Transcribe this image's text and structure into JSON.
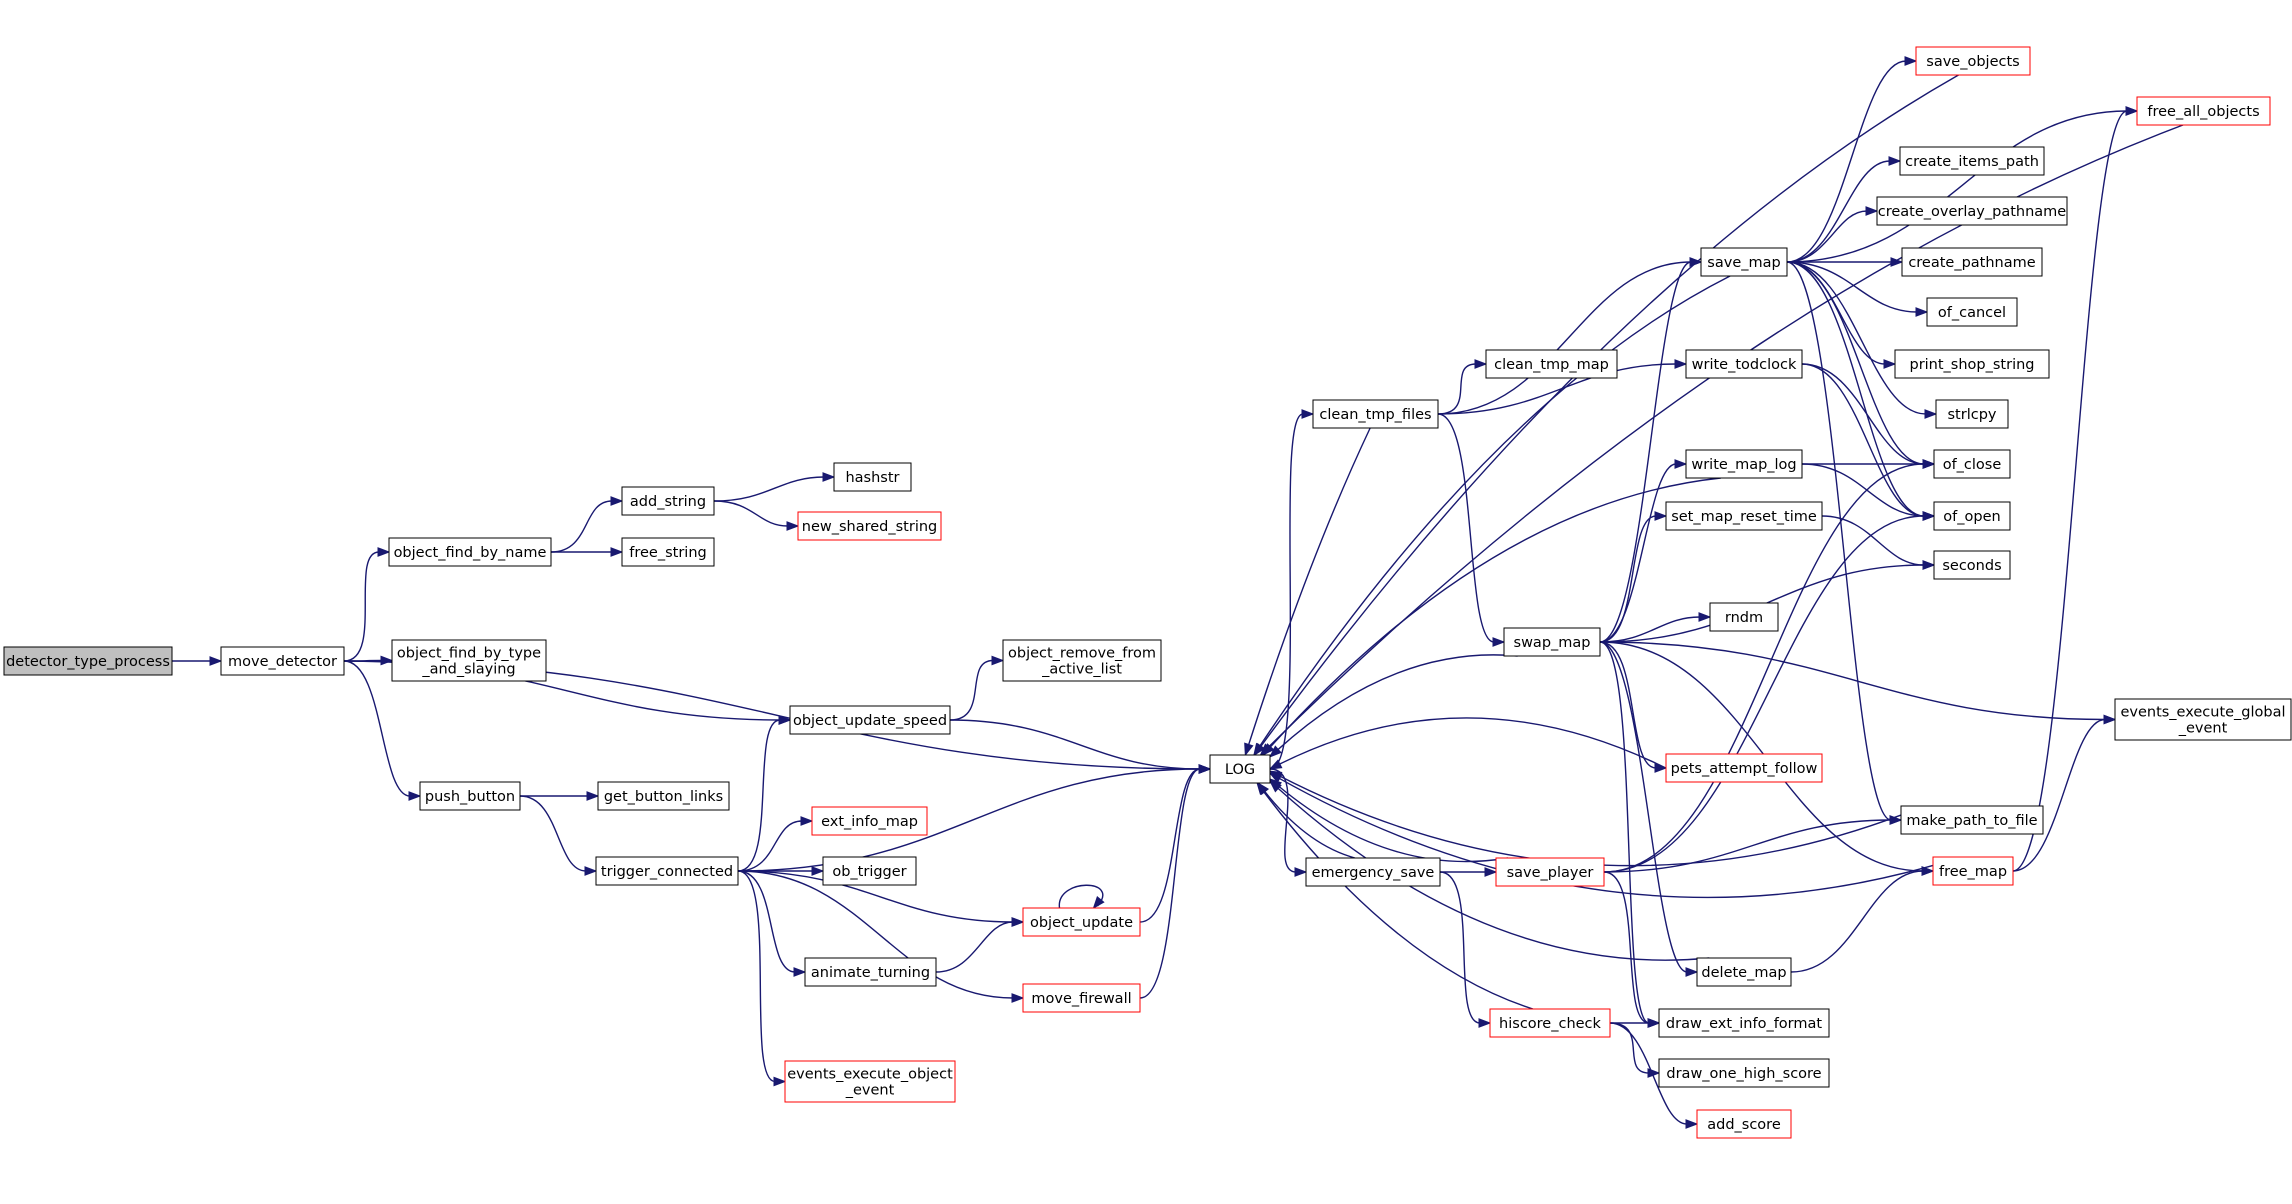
{
  "nodes": [
    {
      "id": "detector_type_process",
      "lines": [
        "detector_type_process"
      ],
      "root": true
    },
    {
      "id": "move_detector",
      "lines": [
        "move_detector"
      ]
    },
    {
      "id": "object_find_by_name",
      "lines": [
        "object_find_by_name"
      ]
    },
    {
      "id": "add_string",
      "lines": [
        "add_string"
      ]
    },
    {
      "id": "hashstr",
      "lines": [
        "hashstr"
      ]
    },
    {
      "id": "new_shared_string",
      "lines": [
        "new_shared_string"
      ],
      "red": true
    },
    {
      "id": "free_string",
      "lines": [
        "free_string"
      ]
    },
    {
      "id": "object_find_by_type_and_slaying",
      "lines": [
        "object_find_by_type",
        "_and_slaying"
      ]
    },
    {
      "id": "object_update_speed",
      "lines": [
        "object_update_speed"
      ]
    },
    {
      "id": "object_remove_from_active_list",
      "lines": [
        "object_remove_from",
        "_active_list"
      ]
    },
    {
      "id": "push_button",
      "lines": [
        "push_button"
      ]
    },
    {
      "id": "get_button_links",
      "lines": [
        "get_button_links"
      ]
    },
    {
      "id": "trigger_connected",
      "lines": [
        "trigger_connected"
      ]
    },
    {
      "id": "ext_info_map",
      "lines": [
        "ext_info_map"
      ],
      "red": true
    },
    {
      "id": "ob_trigger",
      "lines": [
        "ob_trigger"
      ]
    },
    {
      "id": "object_update",
      "lines": [
        "object_update"
      ],
      "red": true
    },
    {
      "id": "animate_turning",
      "lines": [
        "animate_turning"
      ]
    },
    {
      "id": "move_firewall",
      "lines": [
        "move_firewall"
      ],
      "red": true
    },
    {
      "id": "events_execute_object_event",
      "lines": [
        "events_execute_object",
        "_event"
      ],
      "red": true
    },
    {
      "id": "LOG",
      "lines": [
        "LOG"
      ]
    },
    {
      "id": "clean_tmp_files",
      "lines": [
        "clean_tmp_files"
      ]
    },
    {
      "id": "clean_tmp_map",
      "lines": [
        "clean_tmp_map"
      ]
    },
    {
      "id": "write_todclock",
      "lines": [
        "write_todclock"
      ]
    },
    {
      "id": "save_map",
      "lines": [
        "save_map"
      ]
    },
    {
      "id": "save_objects",
      "lines": [
        "save_objects"
      ],
      "red": true
    },
    {
      "id": "free_all_objects",
      "lines": [
        "free_all_objects"
      ],
      "red": true
    },
    {
      "id": "create_items_path",
      "lines": [
        "create_items_path"
      ]
    },
    {
      "id": "create_overlay_pathname",
      "lines": [
        "create_overlay_pathname"
      ]
    },
    {
      "id": "create_pathname",
      "lines": [
        "create_pathname"
      ]
    },
    {
      "id": "of_cancel",
      "lines": [
        "of_cancel"
      ]
    },
    {
      "id": "print_shop_string",
      "lines": [
        "print_shop_string"
      ]
    },
    {
      "id": "strlcpy",
      "lines": [
        "strlcpy"
      ]
    },
    {
      "id": "of_close",
      "lines": [
        "of_close"
      ]
    },
    {
      "id": "of_open",
      "lines": [
        "of_open"
      ]
    },
    {
      "id": "seconds",
      "lines": [
        "seconds"
      ]
    },
    {
      "id": "write_map_log",
      "lines": [
        "write_map_log"
      ]
    },
    {
      "id": "set_map_reset_time",
      "lines": [
        "set_map_reset_time"
      ]
    },
    {
      "id": "rndm",
      "lines": [
        "rndm"
      ]
    },
    {
      "id": "swap_map",
      "lines": [
        "swap_map"
      ]
    },
    {
      "id": "pets_attempt_follow",
      "lines": [
        "pets_attempt_follow"
      ],
      "red": true
    },
    {
      "id": "events_execute_global_event",
      "lines": [
        "events_execute_global",
        "_event"
      ]
    },
    {
      "id": "emergency_save",
      "lines": [
        "emergency_save"
      ]
    },
    {
      "id": "save_player",
      "lines": [
        "save_player"
      ],
      "red": true
    },
    {
      "id": "make_path_to_file",
      "lines": [
        "make_path_to_file"
      ]
    },
    {
      "id": "free_map",
      "lines": [
        "free_map"
      ],
      "red": true
    },
    {
      "id": "delete_map",
      "lines": [
        "delete_map"
      ]
    },
    {
      "id": "hiscore_check",
      "lines": [
        "hiscore_check"
      ],
      "red": true
    },
    {
      "id": "draw_ext_info_format",
      "lines": [
        "draw_ext_info_format"
      ]
    },
    {
      "id": "draw_one_high_score",
      "lines": [
        "draw_one_high_score"
      ]
    },
    {
      "id": "add_score",
      "lines": [
        "add_score"
      ],
      "red": true
    }
  ],
  "edges": [
    [
      "detector_type_process",
      "move_detector"
    ],
    [
      "move_detector",
      "object_find_by_name"
    ],
    [
      "move_detector",
      "LOG"
    ],
    [
      "move_detector",
      "object_find_by_type_and_slaying"
    ],
    [
      "move_detector",
      "object_update_speed"
    ],
    [
      "move_detector",
      "push_button"
    ],
    [
      "object_find_by_name",
      "add_string"
    ],
    [
      "object_find_by_name",
      "free_string"
    ],
    [
      "add_string",
      "hashstr"
    ],
    [
      "add_string",
      "new_shared_string"
    ],
    [
      "object_update_speed",
      "object_remove_from_active_list"
    ],
    [
      "object_update_speed",
      "LOG"
    ],
    [
      "push_button",
      "get_button_links"
    ],
    [
      "push_button",
      "trigger_connected"
    ],
    [
      "trigger_connected",
      "object_update_speed"
    ],
    [
      "trigger_connected",
      "LOG"
    ],
    [
      "trigger_connected",
      "ext_info_map"
    ],
    [
      "trigger_connected",
      "ob_trigger"
    ],
    [
      "trigger_connected",
      "object_update"
    ],
    [
      "trigger_connected",
      "animate_turning"
    ],
    [
      "trigger_connected",
      "move_firewall"
    ],
    [
      "trigger_connected",
      "events_execute_object_event"
    ],
    [
      "object_update",
      "object_update"
    ],
    [
      "object_update",
      "LOG"
    ],
    [
      "animate_turning",
      "object_update"
    ],
    [
      "move_firewall",
      "LOG"
    ],
    [
      "LOG",
      "clean_tmp_files"
    ],
    [
      "LOG",
      "emergency_save"
    ],
    [
      "clean_tmp_files",
      "clean_tmp_map"
    ],
    [
      "clean_tmp_files",
      "write_todclock"
    ],
    [
      "clean_tmp_files",
      "save_map"
    ],
    [
      "clean_tmp_files",
      "swap_map"
    ],
    [
      "clean_tmp_files",
      "LOG"
    ],
    [
      "write_todclock",
      "of_close"
    ],
    [
      "write_todclock",
      "of_open"
    ],
    [
      "save_map",
      "save_objects"
    ],
    [
      "save_map",
      "free_all_objects"
    ],
    [
      "save_map",
      "create_items_path"
    ],
    [
      "save_map",
      "create_overlay_pathname"
    ],
    [
      "save_map",
      "create_pathname"
    ],
    [
      "save_map",
      "of_cancel"
    ],
    [
      "save_map",
      "print_shop_string"
    ],
    [
      "save_map",
      "strlcpy"
    ],
    [
      "save_map",
      "of_close"
    ],
    [
      "save_map",
      "of_open"
    ],
    [
      "save_map",
      "make_path_to_file"
    ],
    [
      "save_map",
      "LOG"
    ],
    [
      "save_objects",
      "LOG"
    ],
    [
      "free_all_objects",
      "LOG"
    ],
    [
      "write_map_log",
      "of_close"
    ],
    [
      "write_map_log",
      "of_open"
    ],
    [
      "write_map_log",
      "LOG"
    ],
    [
      "set_map_reset_time",
      "seconds"
    ],
    [
      "swap_map",
      "save_map"
    ],
    [
      "swap_map",
      "write_map_log"
    ],
    [
      "swap_map",
      "set_map_reset_time"
    ],
    [
      "swap_map",
      "seconds"
    ],
    [
      "swap_map",
      "rndm"
    ],
    [
      "swap_map",
      "events_execute_global_event"
    ],
    [
      "swap_map",
      "pets_attempt_follow"
    ],
    [
      "swap_map",
      "free_map"
    ],
    [
      "swap_map",
      "delete_map"
    ],
    [
      "swap_map",
      "draw_ext_info_format"
    ],
    [
      "swap_map",
      "LOG"
    ],
    [
      "pets_attempt_follow",
      "LOG"
    ],
    [
      "emergency_save",
      "save_player"
    ],
    [
      "emergency_save",
      "hiscore_check"
    ],
    [
      "emergency_save",
      "LOG"
    ],
    [
      "save_player",
      "make_path_to_file"
    ],
    [
      "save_player",
      "of_close"
    ],
    [
      "save_player",
      "of_open"
    ],
    [
      "save_player",
      "draw_ext_info_format"
    ],
    [
      "save_player",
      "LOG"
    ],
    [
      "free_map",
      "free_all_objects"
    ],
    [
      "free_map",
      "events_execute_global_event"
    ],
    [
      "free_map",
      "LOG"
    ],
    [
      "delete_map",
      "free_map"
    ],
    [
      "delete_map",
      "LOG"
    ],
    [
      "hiscore_check",
      "draw_ext_info_format"
    ],
    [
      "hiscore_check",
      "draw_one_high_score"
    ],
    [
      "hiscore_check",
      "add_score"
    ],
    [
      "hiscore_check",
      "LOG"
    ],
    [
      "make_path_to_file",
      "LOG"
    ]
  ]
}
